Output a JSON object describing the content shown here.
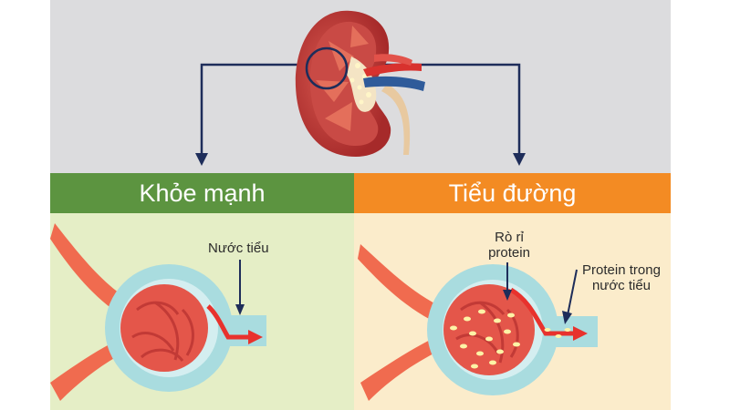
{
  "panels": {
    "healthy": {
      "title": "Khỏe mạnh",
      "label_urine": "Nước tiểu"
    },
    "diabetic": {
      "title": "Tiểu đường",
      "label_leak_line1": "Rò rỉ",
      "label_leak_line2": "protein",
      "label_urine_protein_line1": "Protein trong",
      "label_urine_protein_line2": "nước tiểu"
    }
  },
  "colors": {
    "top_bg": "#dcdcde",
    "healthy_header": "#5c9440",
    "diabetic_header": "#f38b23",
    "healthy_bg": "#e5eec6",
    "diabetic_bg": "#fbeccb",
    "kidney": "#b8312f",
    "vessel": "#f06b4f",
    "capsule": "#a9dcdf",
    "connector": "#1e2d5a",
    "protein_dot": "#fdf3a6"
  },
  "icons": [
    "kidney-illustration",
    "magnifier-circle",
    "arrow-down-icon",
    "glomerulus-illustration"
  ]
}
